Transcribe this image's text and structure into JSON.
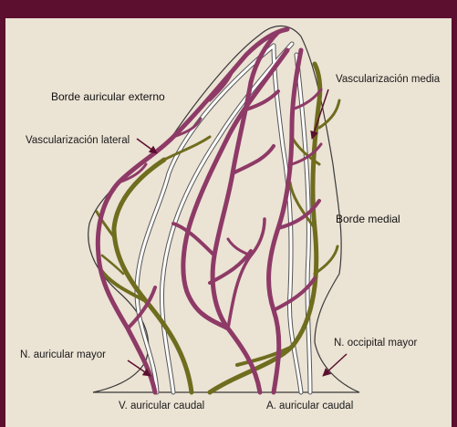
{
  "labels": {
    "borde_auricular_externo": "Borde auricular externo",
    "vascularizacion_lateral": "Vascularización lateral",
    "vascularizacion_media": "Vascularización media",
    "borde_medial": "Borde medial",
    "n_auricular_mayor": "N. auricular mayor",
    "n_occipital_mayor": "N. occipital mayor",
    "v_auricular_caudal": "V. auricular caudal",
    "a_auricular_caudal": "A. auricular caudal"
  },
  "colors": {
    "background_border": "#5c0f2e",
    "panel": "#ebe3d4",
    "artery": "#8e3a67",
    "nerve": "#6f6d1e",
    "vein": "#ffffff",
    "outline": "#3a3a3a",
    "arrow": "#5a0f2e"
  }
}
